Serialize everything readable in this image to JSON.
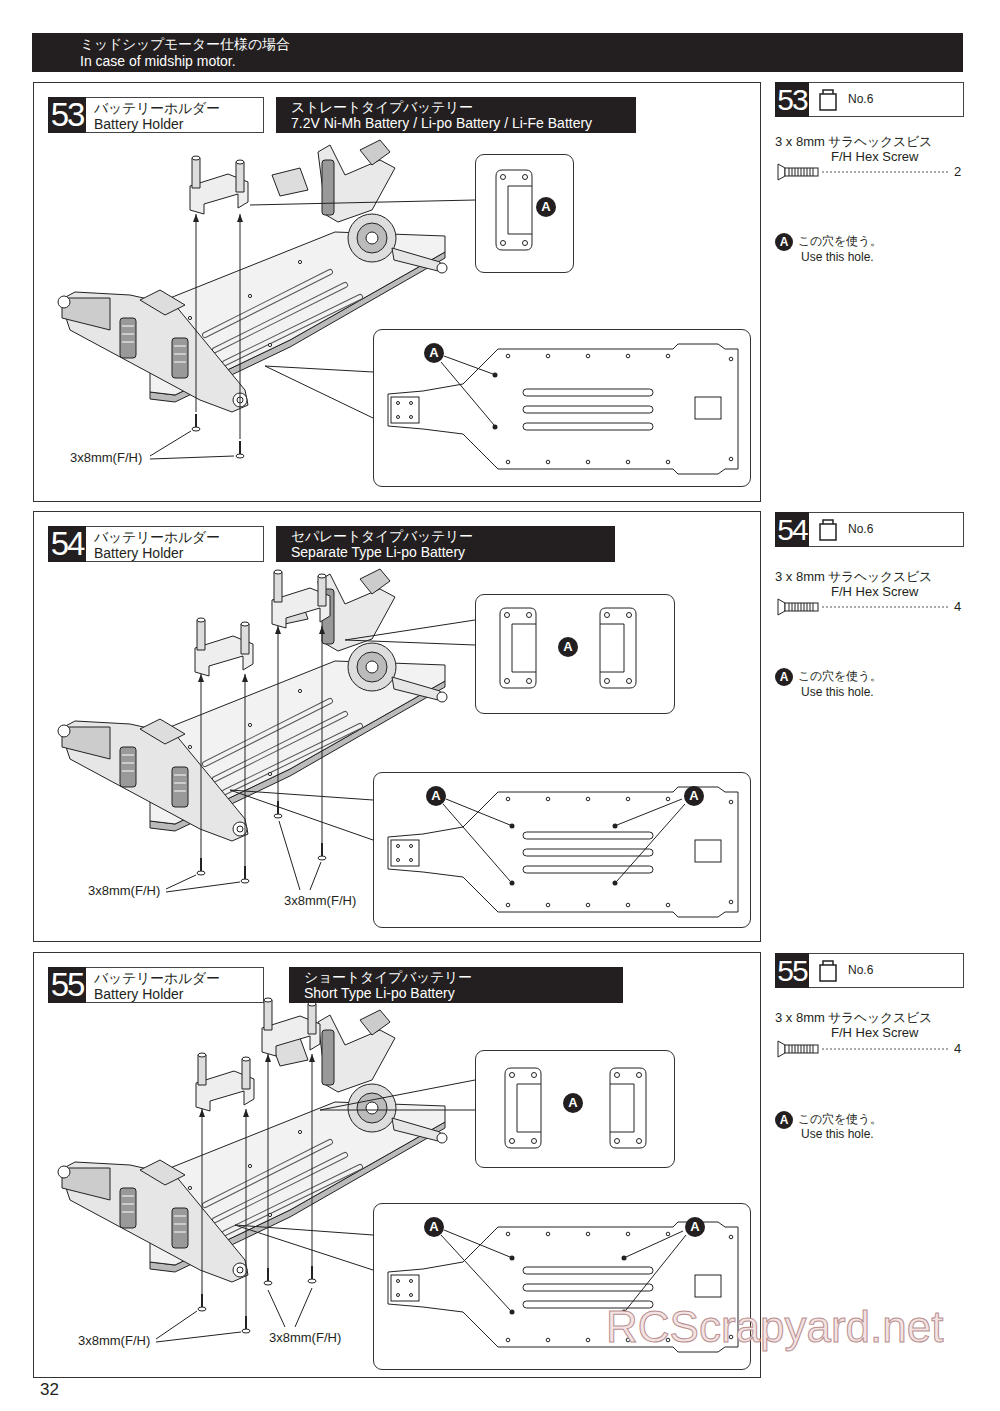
{
  "diagram": {
    "nodes": [
      {
        "text": [
          "ミッドシップモーター仕様の場合",
          "In case of midship motor."
        ]
      },
      {
        "text": [
          "53",
          "バッテリーホルダー",
          "Battery Holder"
        ]
      },
      {
        "text": [
          "ストレートタイプバッテリー",
          "7.2V Ni-Mh Battery / Li-po Battery / Li-Fe Battery"
        ]
      },
      {
        "text": [
          "A"
        ]
      },
      {
        "text": [
          "A"
        ]
      },
      {
        "text": [
          "53",
          "No.6"
        ]
      },
      {
        "text": [
          "54",
          "バッテリーホルダー",
          "Battery Holder"
        ]
      },
      {
        "text": [
          "セパレートタイプバッテリー",
          "Separate Type Li-po Battery"
        ]
      },
      {
        "text": [
          "A"
        ]
      },
      {
        "text": [
          "A",
          "A"
        ]
      },
      {
        "text": [
          "54",
          "No.6"
        ]
      },
      {
        "text": [
          "55",
          "バッテリーホルダー",
          "Battery Holder"
        ]
      },
      {
        "text": [
          "ショートタイプバッテリー",
          "Short Type Li-po Battery"
        ]
      },
      {
        "text": [
          "A"
        ]
      },
      {
        "text": [
          "A",
          "A"
        ]
      },
      {
        "text": [
          "55",
          "No.6"
        ]
      }
    ],
    "labels": [
      "3x8mm(F/H)",
      "3 x 8mm サラヘックスビス",
      "F/H Hex Screw",
      "2",
      "A",
      "この穴を使う。",
      "Use this hole.",
      "3x8mm(F/H)",
      "3x8mm(F/H)",
      "3 x 8mm サラヘックスビス",
      "F/H Hex Screw",
      "4",
      "A",
      "この穴を使う。",
      "Use this hole.",
      "3x8mm(F/H)",
      "3x8mm(F/H)",
      "3 x 8mm サラヘックスビス",
      "F/H Hex Screw",
      "4",
      "A",
      "この穴を使う。",
      "Use this hole.",
      "RCScrapyard.net",
      "32"
    ]
  }
}
